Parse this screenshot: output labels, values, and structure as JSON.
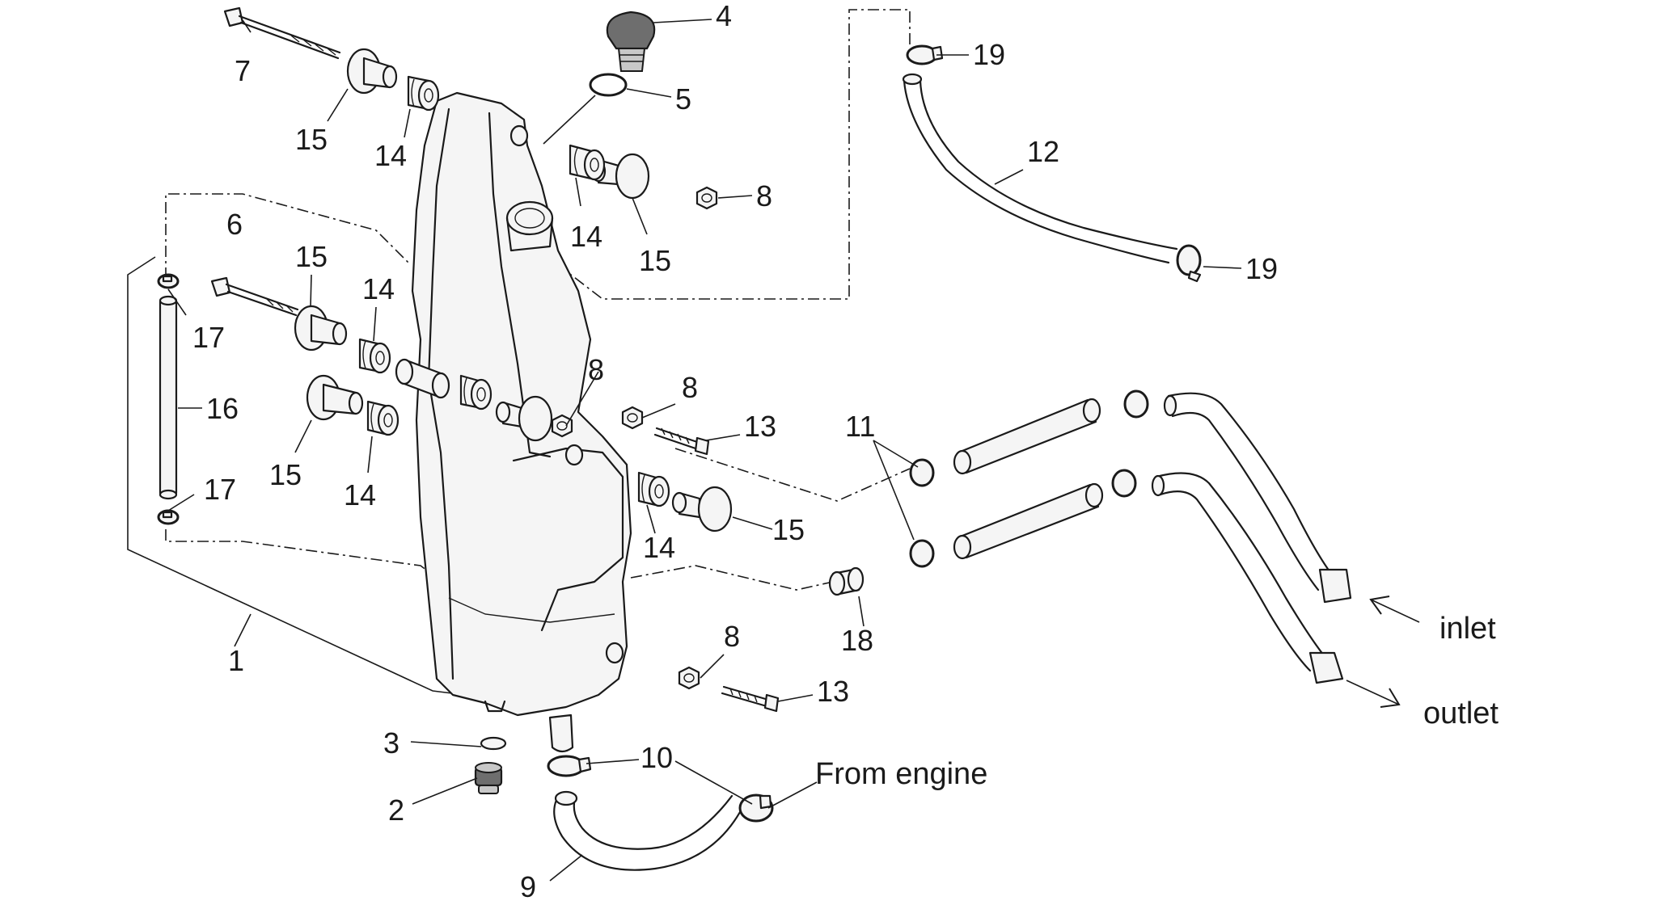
{
  "callouts": {
    "c1": "1",
    "c2": "2",
    "c3": "3",
    "c4": "4",
    "c5": "5",
    "c6": "6",
    "c7": "7",
    "c8": "8",
    "c9": "9",
    "c10": "10",
    "c11": "11",
    "c12": "12",
    "c13": "13",
    "c14": "14",
    "c15": "15",
    "c16": "16",
    "c17": "17",
    "c18": "18",
    "c19": "19"
  },
  "notes": {
    "from_engine": "From engine",
    "inlet": "inlet",
    "outlet": "outlet"
  }
}
